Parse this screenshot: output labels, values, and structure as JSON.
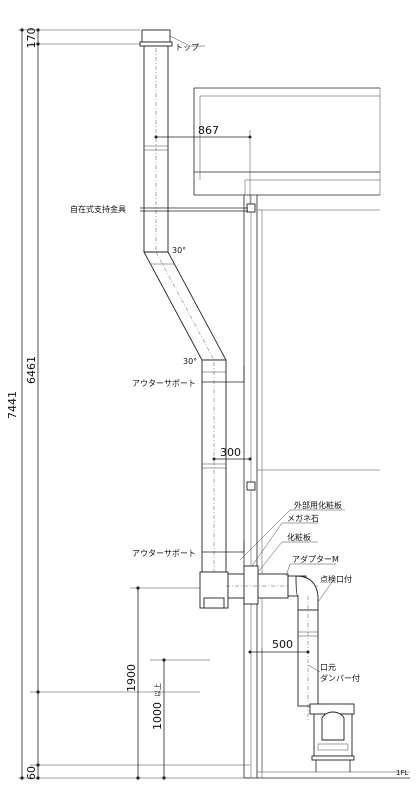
{
  "dimensions": {
    "overall": "7441",
    "top_segment": "170",
    "main_segment": "6461",
    "lower_segment": "1900",
    "bottom_segment": "60",
    "min_height": "1000",
    "min_height_unit": "以上",
    "offset_867": "867",
    "offset_300": "300",
    "offset_500": "500"
  },
  "labels": {
    "top": "トップ",
    "support_bracket": "自在式支持金具",
    "angle_upper": "30°",
    "angle_lower": "30°",
    "outer_support_upper": "アウターサポート",
    "outer_support_lower": "アウターサポート",
    "exterior_panel": "外部用化粧板",
    "megane_stone": "メガネ石",
    "cosmetic_panel": "化粧板",
    "adapter": "アダプターM",
    "inspection_port": "点検口付",
    "damper_line1": "口元",
    "damper_line2": "ダンパー付",
    "floor": "1FL"
  }
}
